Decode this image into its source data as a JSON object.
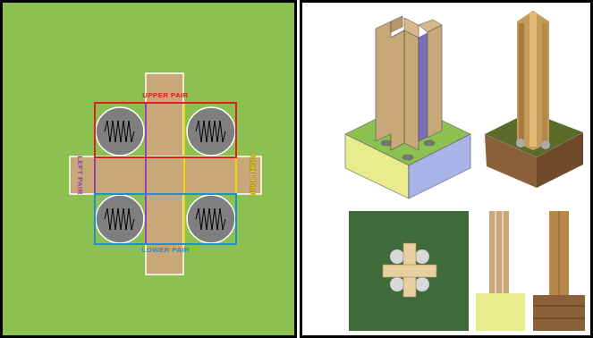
{
  "diagram": {
    "labels": [
      "UPPER PAIR",
      "LEFT PAIR",
      "RIGHT PAIR",
      "LOWER PAIR"
    ]
  }
}
